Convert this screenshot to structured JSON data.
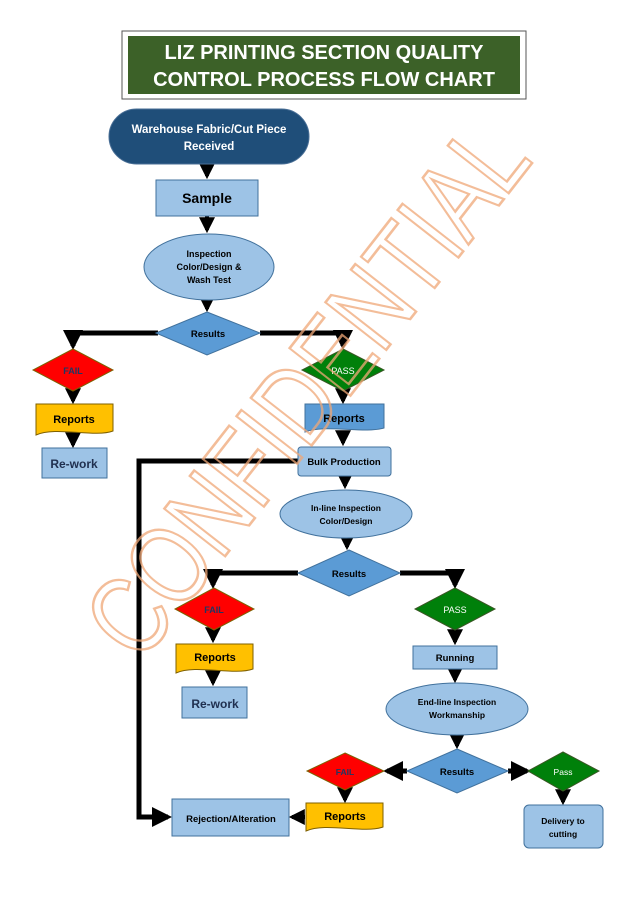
{
  "title": {
    "line1": "LIZ PRINTING SECTION QUALITY",
    "line2": "CONTROL PROCESS FLOW CHART"
  },
  "watermark": "CONFIDENTIAL",
  "colors": {
    "title_bg": "#3c6128",
    "start_terminal": "#1f4e79",
    "process_box": "#9dc3e6",
    "decision": "#5b9bd5",
    "fail": "#ff0000",
    "pass": "#00800a",
    "reports_fail": "#ffc000",
    "reports_pass": "#5b9bd5",
    "watermark": "#f0a878"
  },
  "nodes": {
    "start": {
      "line1": "Warehouse Fabric/Cut Piece",
      "line2": "Received"
    },
    "sample": "Sample",
    "inspection1": {
      "line1": "Inspection",
      "line2": "Color/Design &",
      "line3": "Wash Test"
    },
    "results1": "Results",
    "fail1": "FAIL",
    "pass1": "PASS",
    "reports1_fail": "Reports",
    "reports1_pass": "Reports",
    "rework1": "Re-work",
    "bulk": "Bulk Production",
    "inline": {
      "line1": "In-line Inspection",
      "line2": "Color/Design"
    },
    "results2": "Results",
    "fail2": "FAIL",
    "pass2": "PASS",
    "reports2": "Reports",
    "rework2": "Re-work",
    "running": "Running",
    "endline": {
      "line1": "End-line Inspection",
      "line2": "Workmanship"
    },
    "results3": "Results",
    "fail3": "FAIL",
    "pass3": "Pass",
    "reports3": "Reports",
    "rejection": "Rejection/Alteration",
    "delivery": {
      "line1": "Delivery to",
      "line2": "cutting"
    }
  }
}
